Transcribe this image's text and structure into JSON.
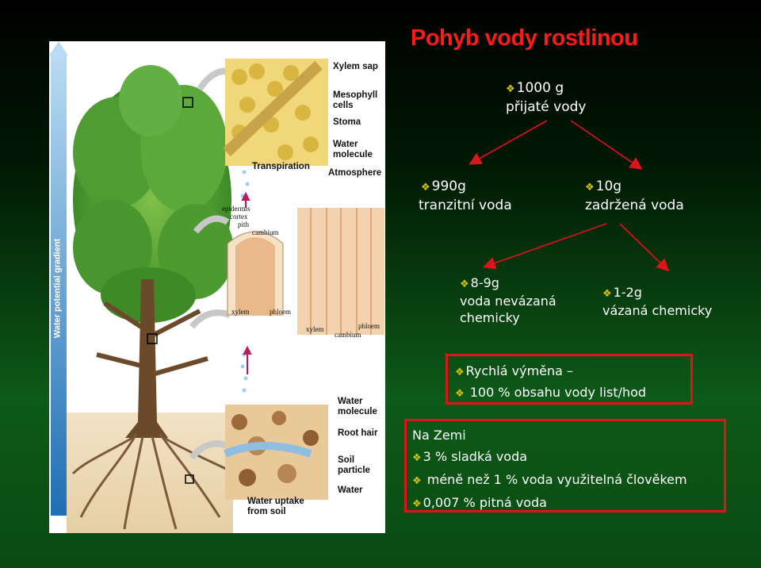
{
  "title": "Pohyb vody rostlinou",
  "figure": {
    "gradient_label": "Water potential gradient",
    "labels": {
      "xylem_sap": "Xylem sap",
      "mesophyll_cells": "Mesophyll cells",
      "stoma": "Stoma",
      "water_molecule_top": "Water molecule",
      "transpiration": "Transpiration",
      "atmosphere": "Atmosphere",
      "epidermis": "epidermis",
      "cortex": "cortex",
      "pith": "pith",
      "cambium_top": "cambium",
      "xylem_left": "xylem",
      "phloem_left": "phloem",
      "xylem_right": "xylem",
      "phloem_right": "phloem",
      "cambium_bottom": "cambium",
      "water_molecule_bottom": "Water molecule",
      "root_hair": "Root hair",
      "soil_particle": "Soil particle",
      "water": "Water",
      "water_uptake": "Water uptake from soil"
    }
  },
  "tree": {
    "root": {
      "line1": "1000 g",
      "line2": "přijaté vody"
    },
    "left": {
      "line1": "990g",
      "line2": "tranzitní voda"
    },
    "right": {
      "line1": "10g",
      "line2": "zadržená voda"
    },
    "sub_left": {
      "line1": "8-9g",
      "line2": "voda nevázaná",
      "line3": "chemicky"
    },
    "sub_right": {
      "line1": "1-2g",
      "line2": "vázaná chemicky"
    }
  },
  "exchange_box": {
    "line1": "Rychlá výměna –",
    "line2": "100 % obsahu vody list/hod"
  },
  "earth_box": {
    "heading": "Na Zemi",
    "items": [
      "3 % sladká voda",
      "méně než 1 % voda využitelná člověkem",
      "0,007 % pitná voda"
    ]
  },
  "bullet_icon": "diamond-bullet-icon",
  "colors": {
    "title": "#ff1a1a",
    "box_border": "#e0121a",
    "arrow": "#e0121a",
    "bullet": "#d6c400",
    "text": "#ffffff"
  }
}
